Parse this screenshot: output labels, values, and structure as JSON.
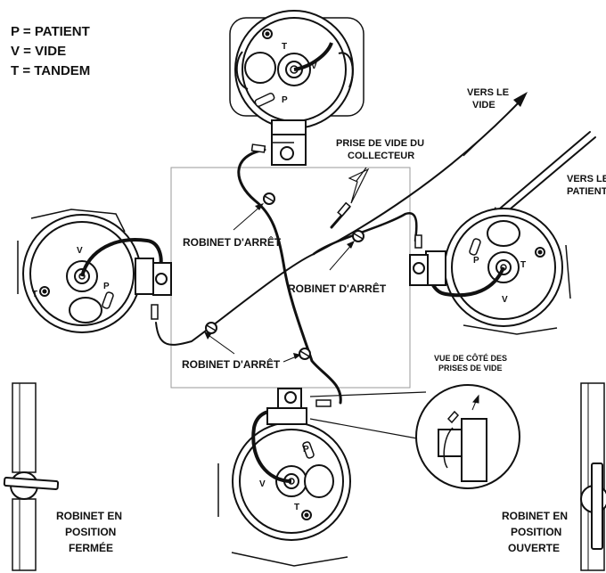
{
  "legend": {
    "p_line": "P  =  PATIENT",
    "v_line": "V  =  VIDE",
    "t_line": "T  =  TANDEM"
  },
  "labels": {
    "vers_le_vide_1": "VERS LE",
    "vers_le_vide_2": "VIDE",
    "vers_le_patient_1": "VERS LE",
    "vers_le_patient_2": "PATIENT",
    "prise_vide_1": "PRISE DE VIDE DU",
    "prise_vide_2": "COLLECTEUR",
    "robinet_left": "ROBINET D'ARRÊT",
    "robinet_right": "ROBINET D'ARRÊT",
    "robinet_bottom": "ROBINET D'ARRÊT",
    "side_view_1": "VUE DE CÔTÉ DES",
    "side_view_2": "PRISES DE VIDE",
    "closed_1": "ROBINET EN",
    "closed_2": "POSITION",
    "closed_3": "FERMÉE",
    "open_1": "ROBINET EN",
    "open_2": "POSITION",
    "open_3": "OUVERTE"
  },
  "ports": {
    "t": "T",
    "v": "V",
    "p": "P"
  },
  "colors": {
    "ink": "#111111",
    "frame": "#999999"
  }
}
